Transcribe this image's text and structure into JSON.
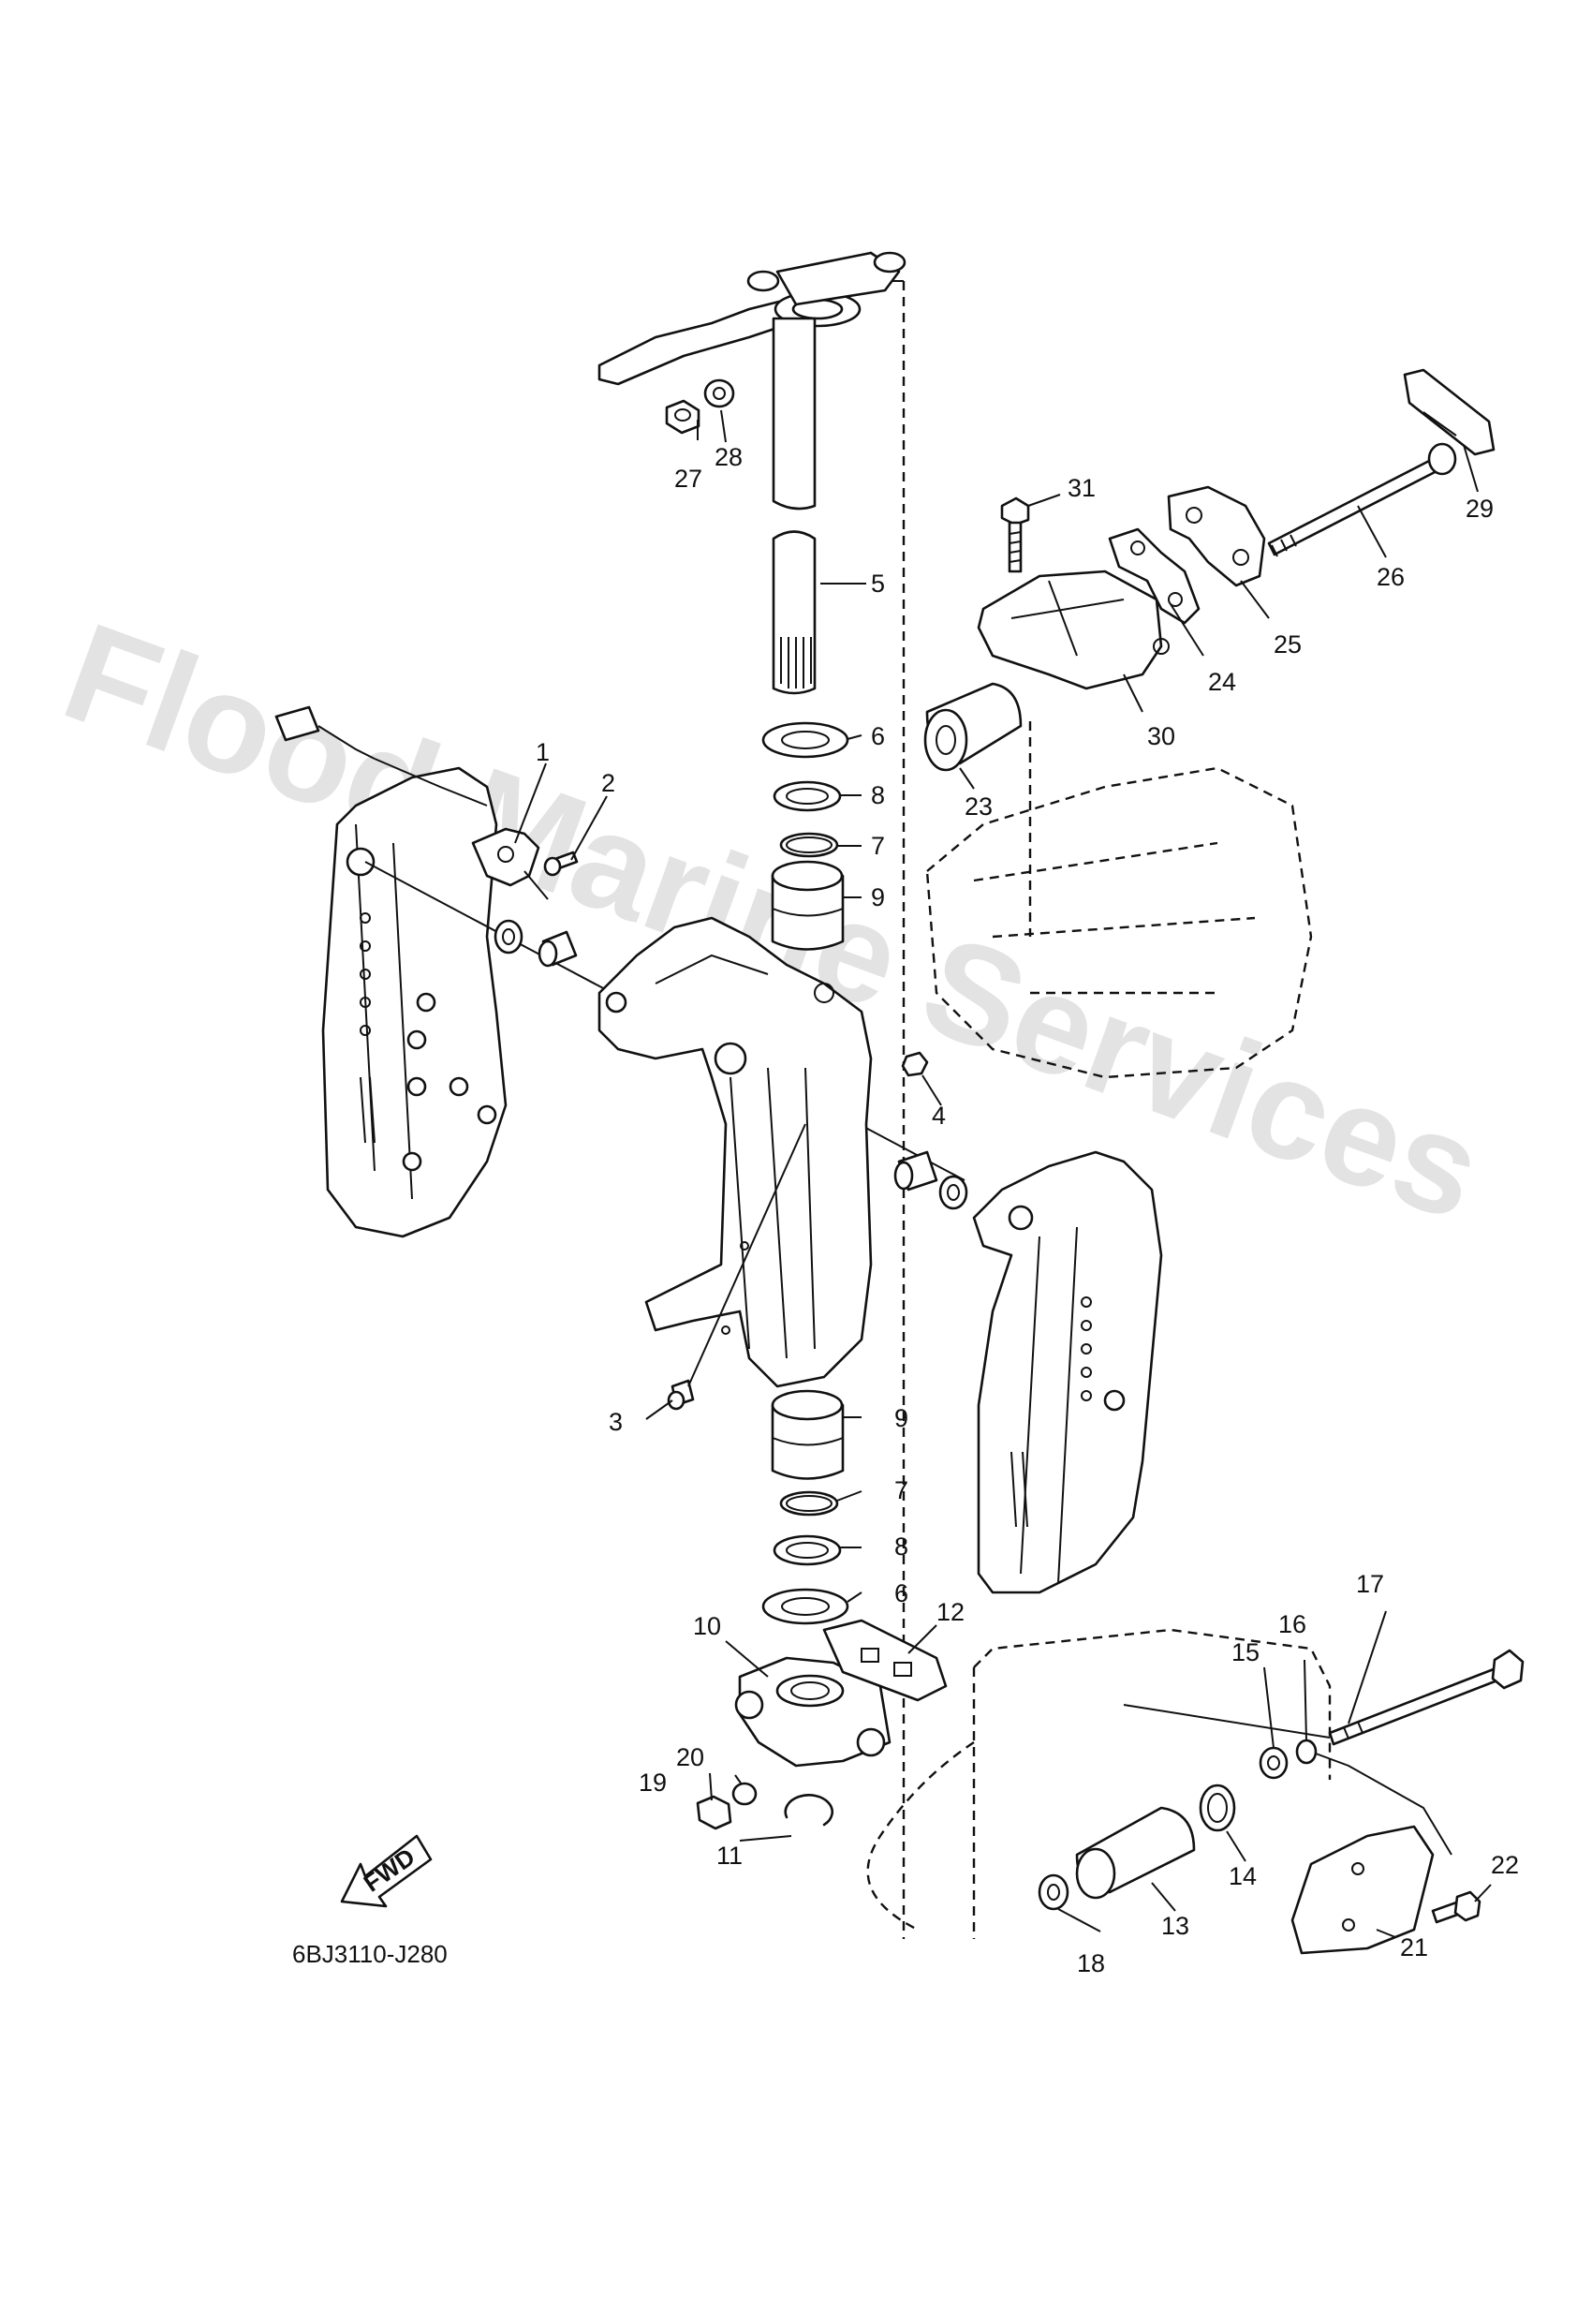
{
  "watermark": "Flood Marine Services",
  "diagram_code": "6BJ3110-J280",
  "fwd_label": "FWD",
  "callouts": [
    "1",
    "2",
    "3",
    "4",
    "5",
    "6",
    "8",
    "7",
    "9",
    "9",
    "7",
    "8",
    "6",
    "10",
    "12",
    "11",
    "13",
    "14",
    "15",
    "16",
    "17",
    "18",
    "19",
    "20",
    "21",
    "22",
    "23",
    "24",
    "25",
    "26",
    "27",
    "28",
    "29",
    "30",
    "31"
  ]
}
